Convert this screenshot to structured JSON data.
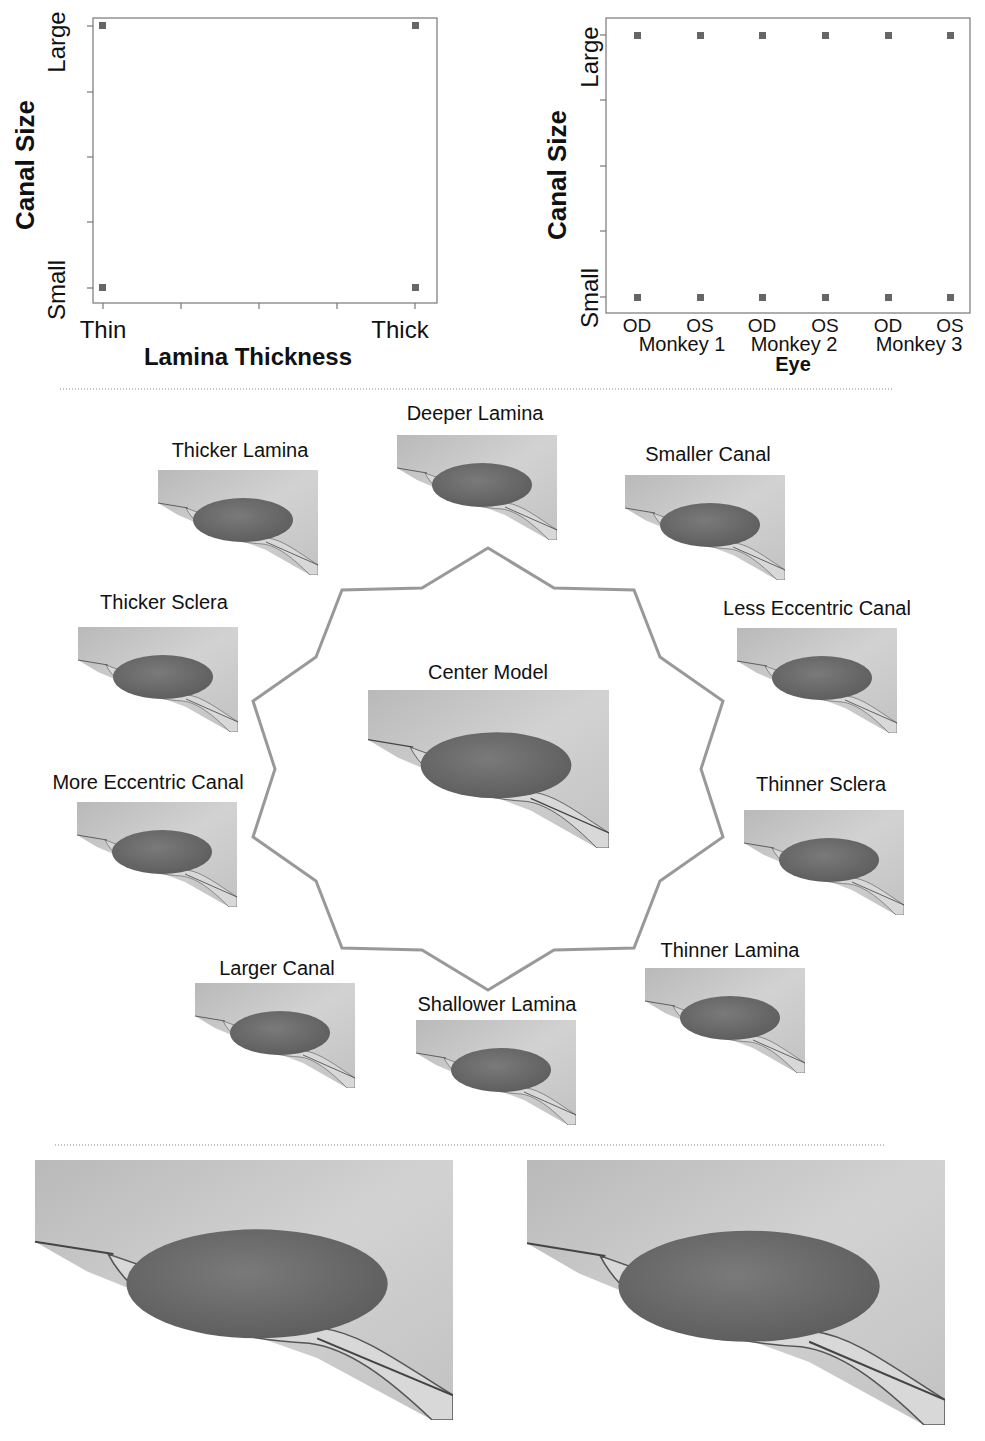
{
  "diagram": {
    "labels": [
      "Large",
      "Small",
      "Canal Size",
      "Thin",
      "Thick",
      "Lamina Thickness",
      "Large",
      "Small",
      "Canal Size",
      "OD",
      "OS",
      "OD",
      "OS",
      "OD",
      "OS",
      "Monkey 1",
      "Monkey 2",
      "Monkey 3",
      "Eye",
      "Thicker Lamina",
      "Deeper Lamina",
      "Smaller Canal",
      "Thicker Sclera",
      "Less Eccentric Canal",
      "Center Model",
      "More Eccentric Canal",
      "Thinner Sclera",
      "Larger Canal",
      "Shallower Lamina",
      "Thinner Lamina"
    ]
  }
}
